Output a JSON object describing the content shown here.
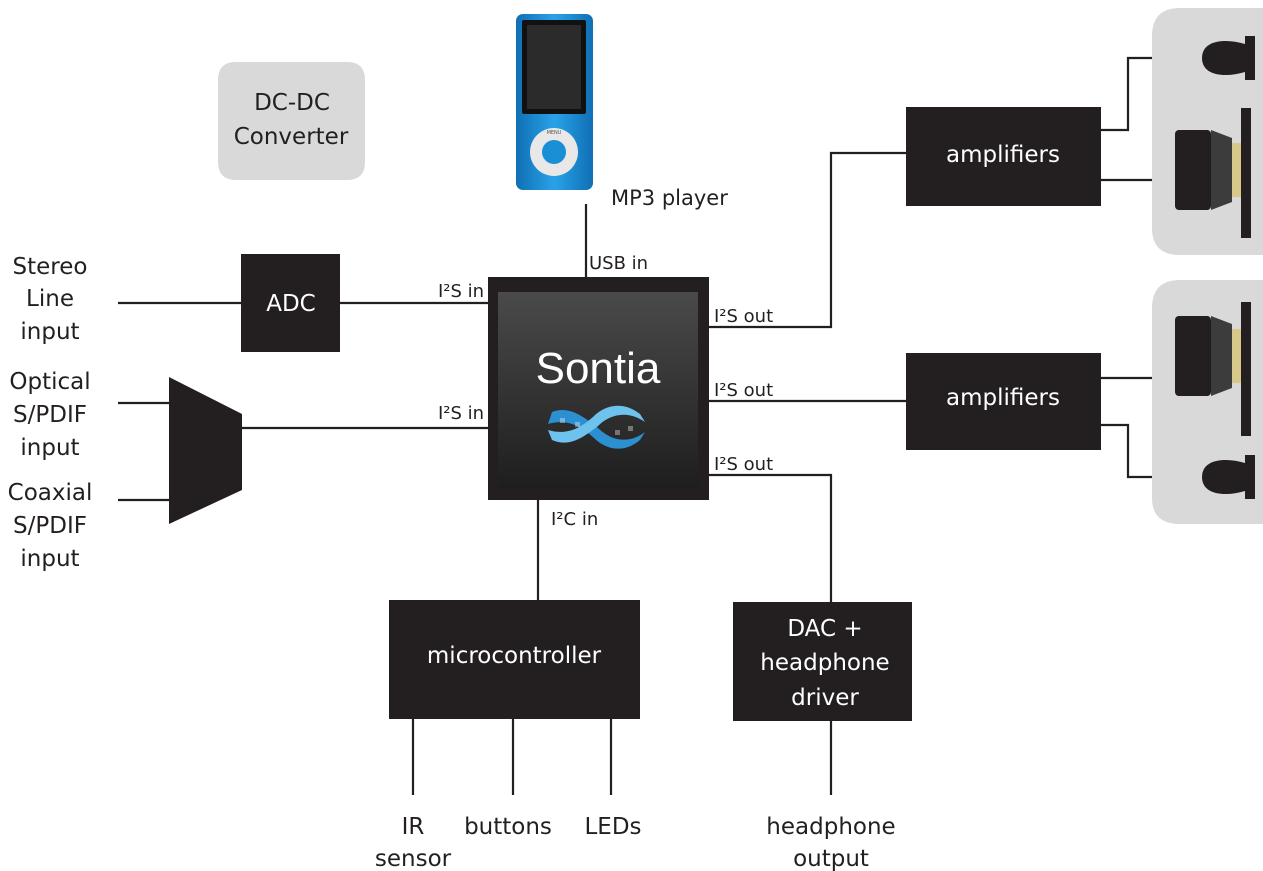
{
  "converter": {
    "lines": [
      "DC-DC",
      "Converter"
    ]
  },
  "mp3_player": {
    "label": "MP3 player",
    "menu_text": "MENU"
  },
  "inputs": {
    "stereo_line": [
      "Stereo",
      "Line",
      "input"
    ],
    "optical": [
      "Optical",
      "S/PDIF",
      "input"
    ],
    "coaxial": [
      "Coaxial",
      "S/PDIF",
      "input"
    ]
  },
  "adc": {
    "label": "ADC"
  },
  "chip": {
    "name": "Sontia"
  },
  "ports": {
    "i2s_in_1": "I²S in",
    "i2s_in_2": "I²S in",
    "usb_in": "USB in",
    "i2s_out_1": "I²S out",
    "i2s_out_2": "I²S out",
    "i2s_out_3": "I²S out",
    "i2c_in": "I²C in"
  },
  "amplifiers": {
    "top": "amplifiers",
    "bottom": "amplifiers"
  },
  "microcontroller": {
    "label": "microcontroller"
  },
  "dac": {
    "lines": [
      "DAC +",
      "headphone",
      "driver"
    ]
  },
  "peripherals": {
    "ir": [
      "IR",
      "sensor"
    ],
    "buttons": "buttons",
    "leds": "LEDs"
  },
  "headphone_output": {
    "lines": [
      "headphone",
      "output"
    ]
  },
  "colors": {
    "box": "#231f20",
    "panel": "#d9d9d9",
    "chip_inner": "#3a3a3a",
    "ipod_blue": "#1a8fd6",
    "logo_blue": "#3fa9e0"
  }
}
